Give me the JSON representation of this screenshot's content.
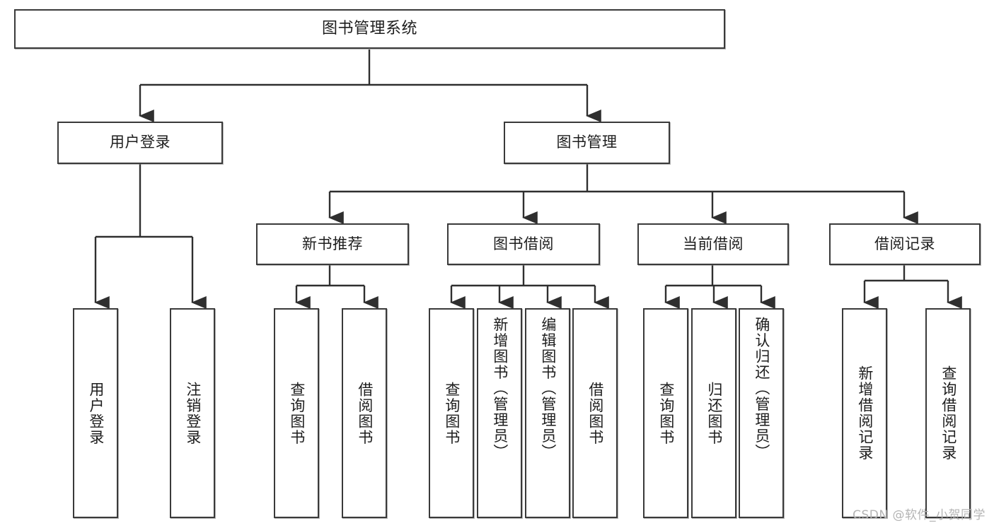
{
  "diagram": {
    "title": "图书管理系统",
    "type": "tree-hierarchy",
    "watermark": "CSDN @软件_小贺同学",
    "colors": {
      "box_border": "#3a3a3a",
      "box_fill": "#ffffff",
      "edge": "#2f2f2f",
      "text": "#1d1d1d",
      "watermark": "#b4b4b4",
      "background": "#ffffff"
    },
    "nodes": {
      "root": {
        "label": "图书管理系统"
      },
      "level2": [
        {
          "id": "user-login",
          "label": "用户登录"
        },
        {
          "id": "book-manage",
          "label": "图书管理"
        }
      ],
      "level3": [
        {
          "id": "new-book-recommend",
          "label": "新书推荐"
        },
        {
          "id": "book-borrow",
          "label": "图书借阅"
        },
        {
          "id": "current-borrow",
          "label": "当前借阅"
        },
        {
          "id": "borrow-record",
          "label": "借阅记录"
        }
      ],
      "leaves": {
        "user_login": [
          {
            "id": "leaf-user-login",
            "label": "用户登录"
          },
          {
            "id": "leaf-user-logout",
            "label": "注销登录"
          }
        ],
        "new_book_recommend": [
          {
            "id": "leaf-query-book-1",
            "label": "查询图书"
          },
          {
            "id": "leaf-borrow-book-1",
            "label": "借阅图书"
          }
        ],
        "book_borrow": [
          {
            "id": "leaf-query-book-2",
            "label": "查询图书"
          },
          {
            "id": "leaf-add-book",
            "label": "新增图书（管理员）"
          },
          {
            "id": "leaf-edit-book",
            "label": "编辑图书（管理员）"
          },
          {
            "id": "leaf-borrow-book-2",
            "label": "借阅图书"
          }
        ],
        "current_borrow": [
          {
            "id": "leaf-query-book-3",
            "label": "查询图书"
          },
          {
            "id": "leaf-return-book",
            "label": "归还图书"
          },
          {
            "id": "leaf-confirm-return",
            "label": "确认归还（管理员）"
          }
        ],
        "borrow_record": [
          {
            "id": "leaf-add-record",
            "label": "新增借阅记录"
          },
          {
            "id": "leaf-query-record",
            "label": "查询借阅记录"
          }
        ]
      }
    }
  }
}
